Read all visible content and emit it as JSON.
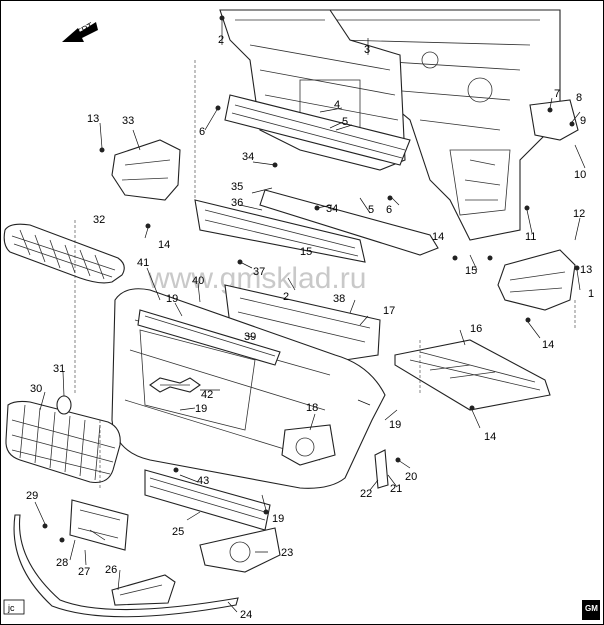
{
  "diagram": {
    "corner_code": "jc",
    "watermark": "www.gmsklad.ru",
    "orientation_icon": "front-arrow-icon",
    "orientation_text": "FRT",
    "logo": {
      "icon": "gm-logo-icon",
      "text": "GM"
    },
    "callouts": [
      "1",
      "2",
      "2",
      "3",
      "4",
      "5",
      "5",
      "6",
      "6",
      "7",
      "8",
      "9",
      "10",
      "11",
      "12",
      "13",
      "13",
      "14",
      "14",
      "14",
      "14",
      "15",
      "15",
      "16",
      "17",
      "18",
      "19",
      "19",
      "19",
      "19",
      "20",
      "21",
      "22",
      "23",
      "24",
      "25",
      "26",
      "27",
      "28",
      "29",
      "30",
      "31",
      "32",
      "33",
      "34",
      "34",
      "35",
      "36",
      "37",
      "38",
      "39",
      "40",
      "41",
      "42",
      "43"
    ]
  }
}
